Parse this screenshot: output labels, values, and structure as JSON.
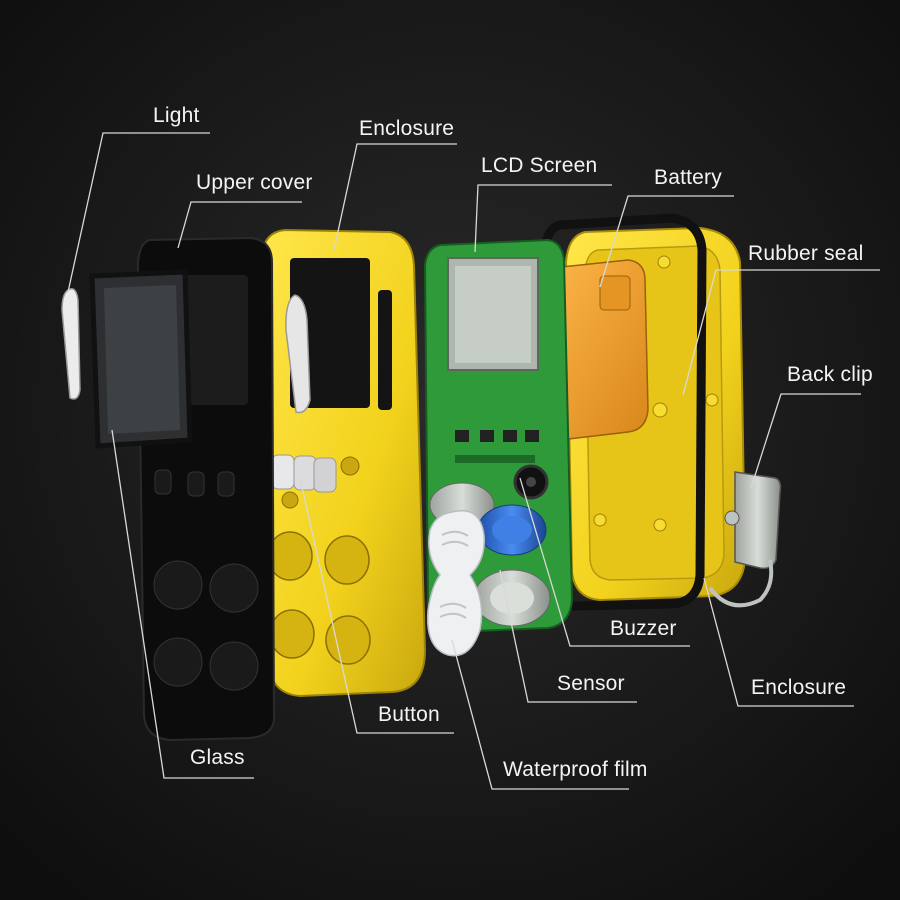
{
  "labels": {
    "light": "Light",
    "upper_cover": "Upper cover",
    "enclosure_front": "Enclosure",
    "lcd_screen": "LCD Screen",
    "battery": "Battery",
    "rubber_seal": "Rubber seal",
    "back_clip": "Back clip",
    "buzzer": "Buzzer",
    "sensor": "Sensor",
    "enclosure_back": "Enclosure",
    "button": "Button",
    "waterproof_film": "Waterproof film",
    "glass": "Glass"
  },
  "colors": {
    "background": "#151515",
    "enclosure_yellow": "#f2d21c",
    "pcb_green": "#2e9a3a",
    "battery_orange": "#f2a12a",
    "cover_black": "#0d0d0d",
    "sensor_blue": "#2f6fd8",
    "leader_line": "#d8d8d8"
  }
}
